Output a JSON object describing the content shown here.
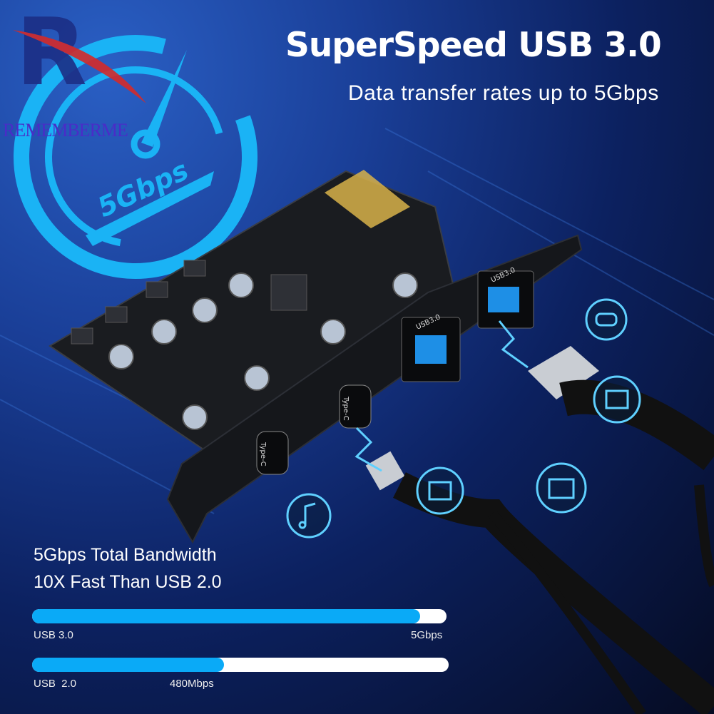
{
  "headline": {
    "title": "SuperSpeed USB 3.0",
    "subtitle": "Data transfer rates up to 5Gbps"
  },
  "speedometer": {
    "label": "5Gbps"
  },
  "watermark": {
    "letter": "R",
    "text": "REMEMBERME"
  },
  "card": {
    "port_labels": [
      "USB3.0",
      "USB3.0",
      "Type-C",
      "Type-C"
    ]
  },
  "feature_icons": [
    "gamepad-icon",
    "music-icon",
    "image-icon",
    "video-icon",
    "folder-icon"
  ],
  "bandwidth": {
    "line1": "5Gbps Total Bandwidth",
    "line2": "10X Fast Than USB 2.0"
  },
  "comparison": [
    {
      "name": "USB 3.0",
      "value_label": "5Gbps",
      "fill_fraction": 0.936
    },
    {
      "name": "USB  2.0",
      "value_label": "480Mbps",
      "fill_fraction": 0.46
    }
  ],
  "colors": {
    "accent": "#0aaaf7",
    "track": "#ffffff",
    "watermark_red": "#d42a2a",
    "watermark_blue": "#1c2f86"
  }
}
